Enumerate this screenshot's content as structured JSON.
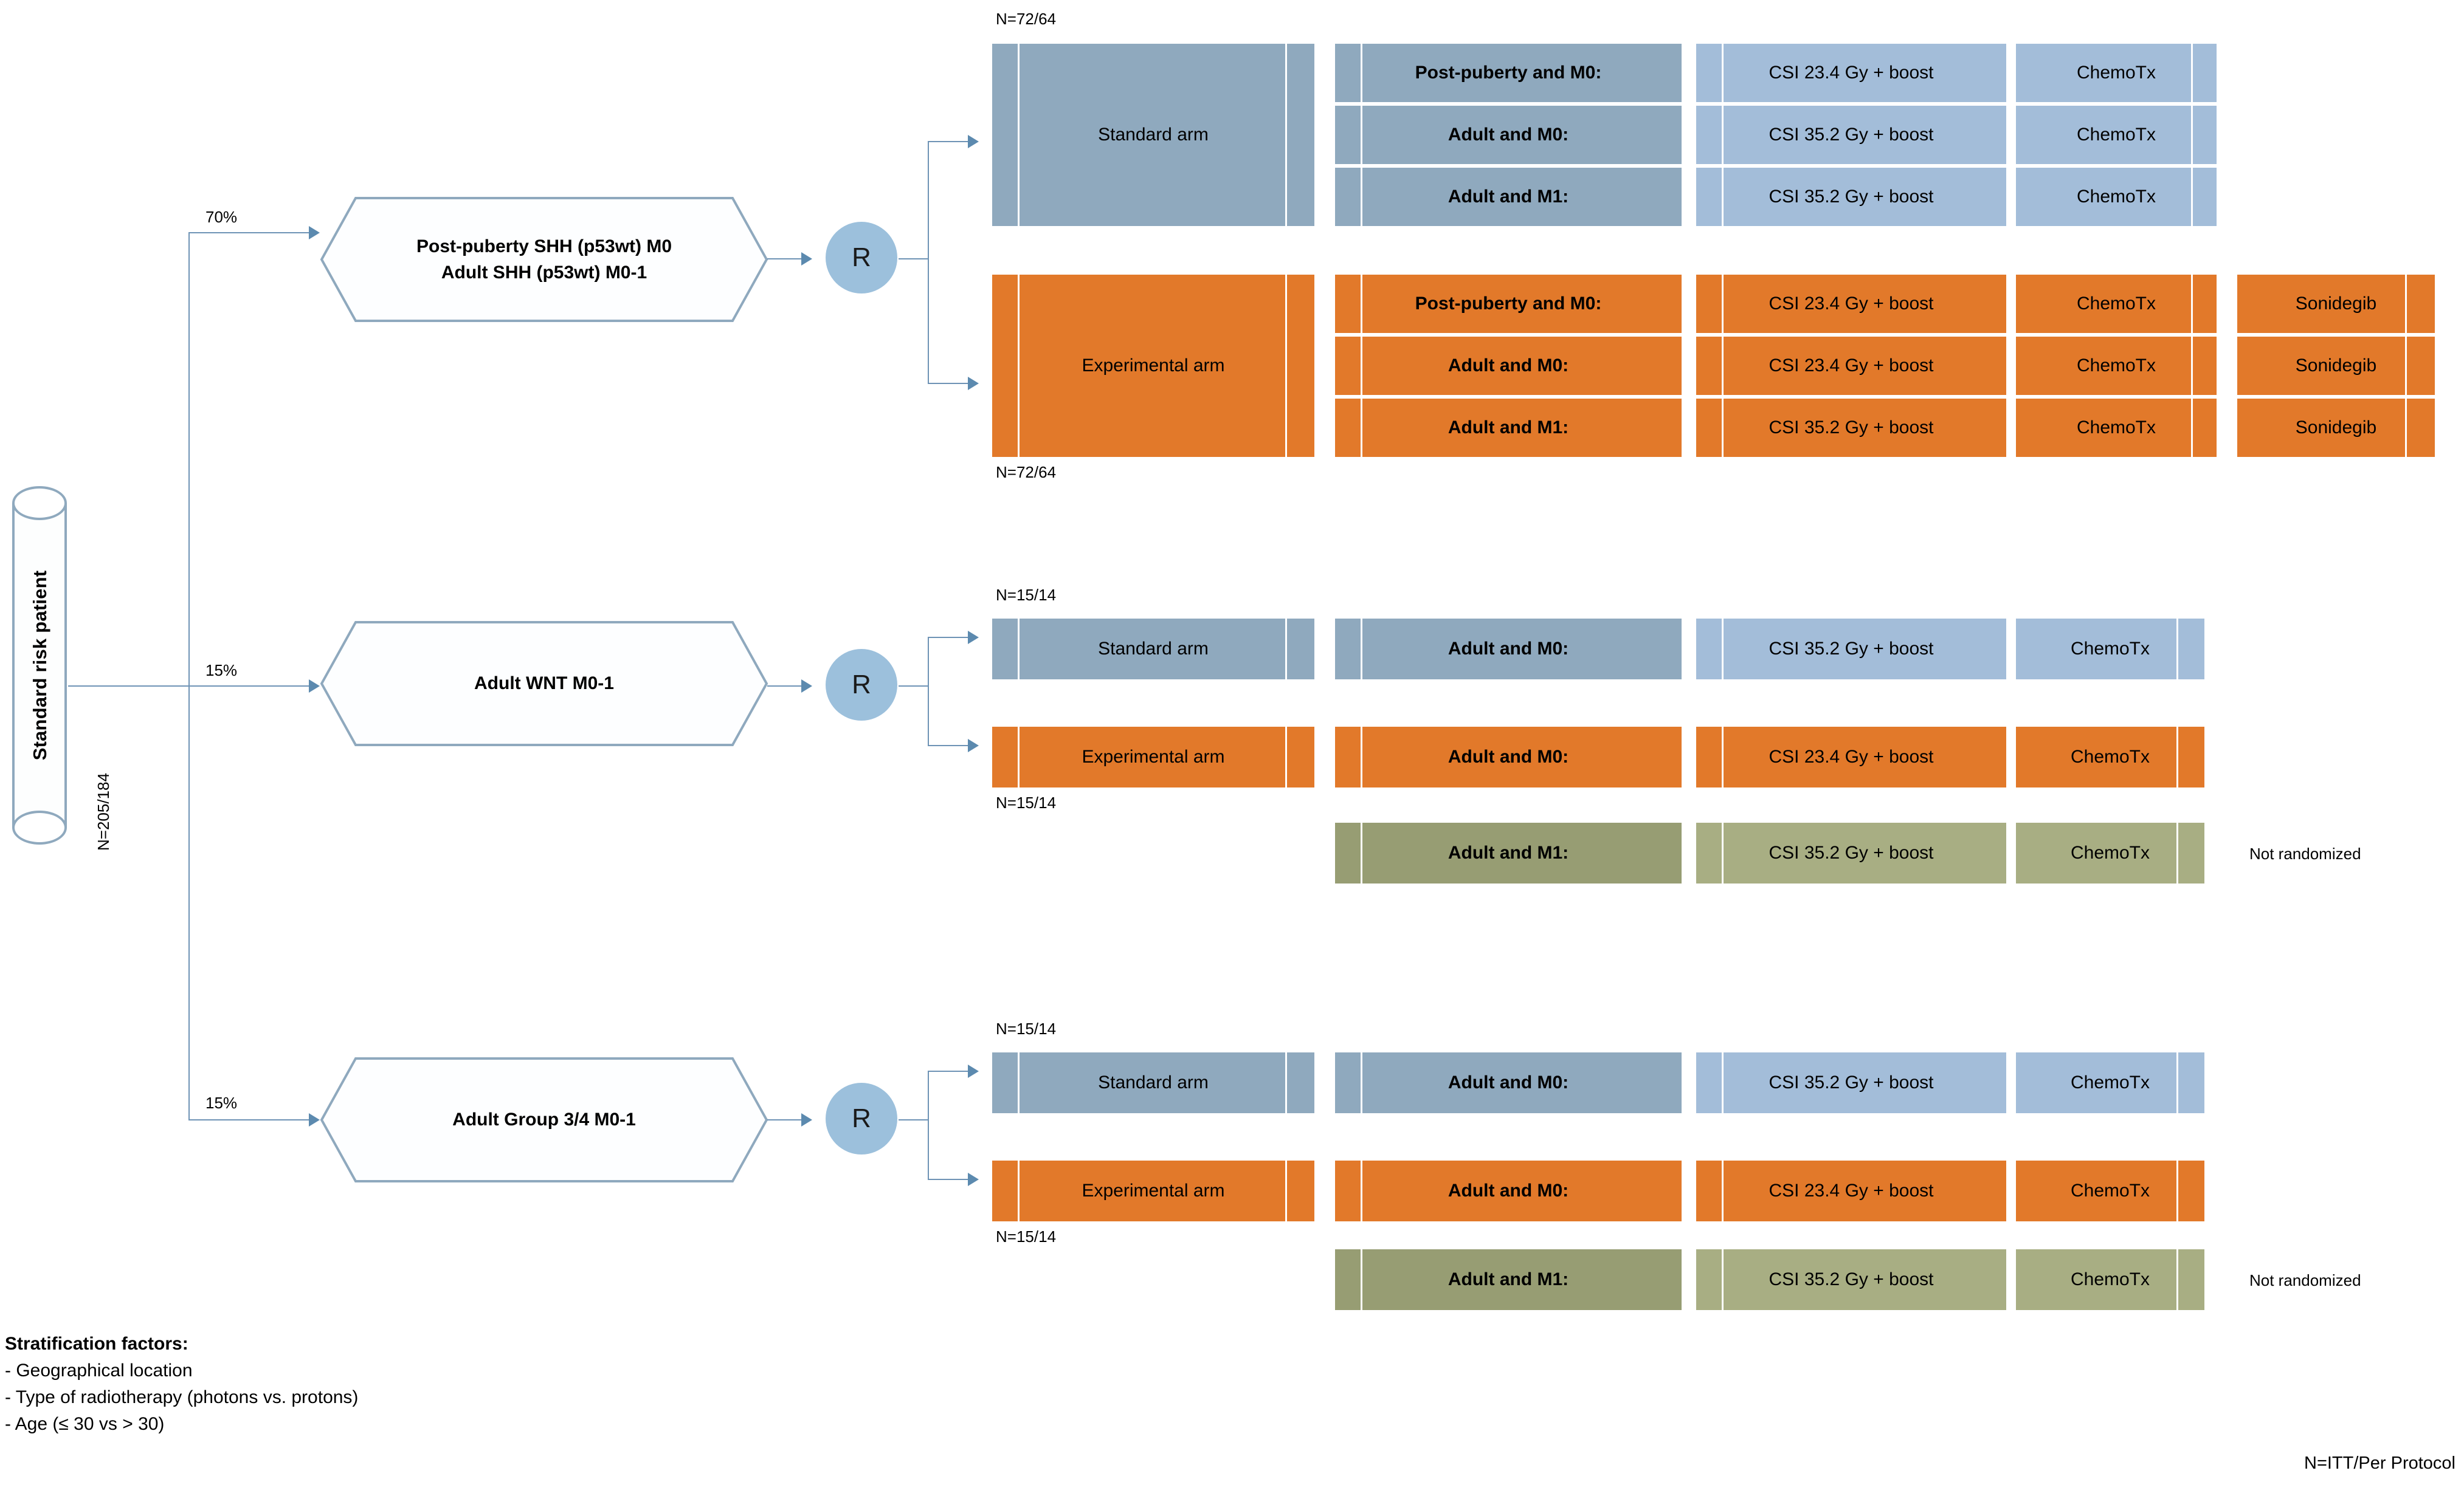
{
  "source": {
    "label": "Standard risk patient",
    "n_label": "N=205/184"
  },
  "branches": [
    {
      "pct": "70%",
      "hex_lines": [
        "Post-puberty SHH (p53wt) M0",
        "Adult SHH (p53wt) M0-1"
      ],
      "randomize": "R"
    },
    {
      "pct": "15%",
      "hex_lines": [
        "Adult WNT M0-1"
      ],
      "randomize": "R"
    },
    {
      "pct": "15%",
      "hex_lines": [
        "Adult Group 3/4 M0-1"
      ],
      "randomize": "R"
    }
  ],
  "arm_labels": {
    "standard": "Standard arm",
    "experimental": "Experimental arm"
  },
  "n_labels": {
    "shh_standard": "N=72/64",
    "shh_experimental": "N=72/64",
    "wnt_standard": "N=15/14",
    "wnt_experimental": "N=15/14",
    "g34_standard": "N=15/14",
    "g34_experimental": "N=15/14"
  },
  "not_randomized_label": "Not randomized",
  "shh": {
    "standard_rows": [
      {
        "condition": "Post-puberty and M0:",
        "dose": "CSI 23.4 Gy + boost",
        "chemo": "ChemoTx"
      },
      {
        "condition": "Adult and M0:",
        "dose": "CSI 35.2 Gy + boost",
        "chemo": "ChemoTx"
      },
      {
        "condition": "Adult and M1:",
        "dose": "CSI 35.2 Gy + boost",
        "chemo": "ChemoTx"
      }
    ],
    "experimental_rows": [
      {
        "condition": "Post-puberty and M0:",
        "dose": "CSI 23.4 Gy + boost",
        "chemo": "ChemoTx",
        "drug": "Sonidegib"
      },
      {
        "condition": "Adult and M0:",
        "dose": "CSI 23.4 Gy + boost",
        "chemo": "ChemoTx",
        "drug": "Sonidegib"
      },
      {
        "condition": "Adult and M1:",
        "dose": "CSI 35.2 Gy + boost",
        "chemo": "ChemoTx",
        "drug": "Sonidegib"
      }
    ]
  },
  "wnt": {
    "standard_row": {
      "condition": "Adult and M0:",
      "dose": "CSI 35.2 Gy + boost",
      "chemo": "ChemoTx"
    },
    "experimental_row": {
      "condition": "Adult and M0:",
      "dose": "CSI 23.4 Gy + boost",
      "chemo": "ChemoTx"
    },
    "not_randomized_row": {
      "condition": "Adult and M1:",
      "dose": "CSI 35.2 Gy + boost",
      "chemo": "ChemoTx"
    }
  },
  "g34": {
    "standard_row": {
      "condition": "Adult and M0:",
      "dose": "CSI 35.2 Gy + boost",
      "chemo": "ChemoTx"
    },
    "experimental_row": {
      "condition": "Adult and M0:",
      "dose": "CSI 23.4 Gy + boost",
      "chemo": "ChemoTx"
    },
    "not_randomized_row": {
      "condition": "Adult and M1:",
      "dose": "CSI 35.2 Gy + boost",
      "chemo": "ChemoTx"
    }
  },
  "stratification": {
    "heading": "Stratification factors:",
    "items": [
      "- Geographical location",
      "- Type of radiotherapy (photons vs. protons)",
      "- Age (≤ 30 vs > 30)"
    ]
  },
  "footer": {
    "itt_note": "N=ITT/Per Protocol"
  },
  "colors": {
    "blue_dark": "#8FA9BE",
    "blue_light": "#A3BDD9",
    "orange": "#E2792A",
    "green_dark": "#979D73",
    "green_light": "#A8AE83",
    "connector": "#6E93B5",
    "randomize_circle": "#9CC0DC"
  }
}
